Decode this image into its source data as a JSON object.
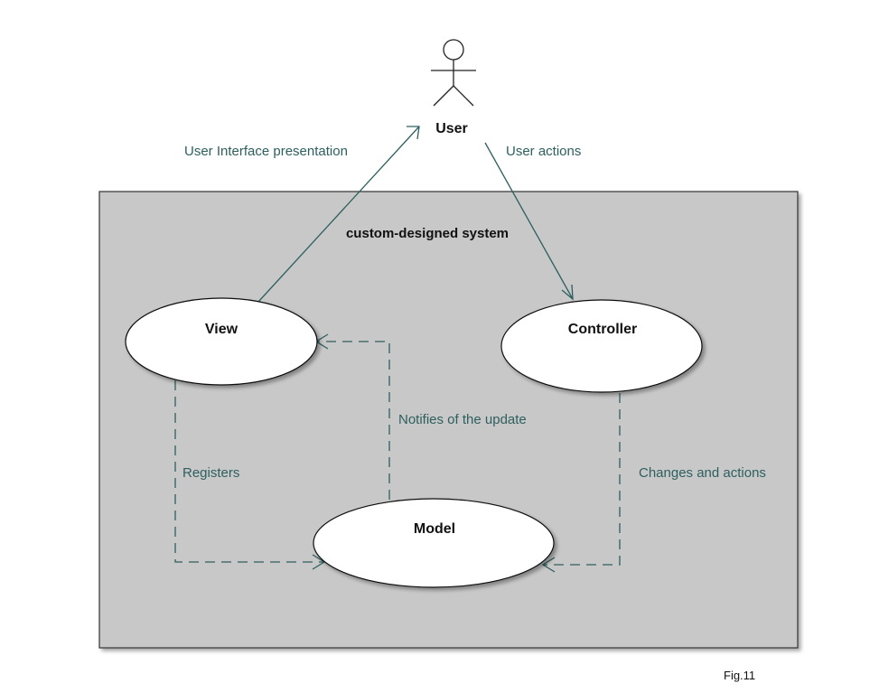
{
  "actor": {
    "name": "User"
  },
  "system": {
    "title": "custom-designed system"
  },
  "use_cases": {
    "view": "View",
    "controller": "Controller",
    "model": "Model"
  },
  "edges": {
    "view_to_user": "User Interface presentation",
    "user_to_controller": "User actions",
    "model_to_view": "Notifies of the update",
    "view_to_model": "Registers",
    "controller_to_model": "Changes and actions"
  },
  "figure_label": "Fig.11",
  "colors": {
    "system_fill": "#c8c8c8",
    "edge_color": "#2e5f5f",
    "outline": "#000000"
  }
}
